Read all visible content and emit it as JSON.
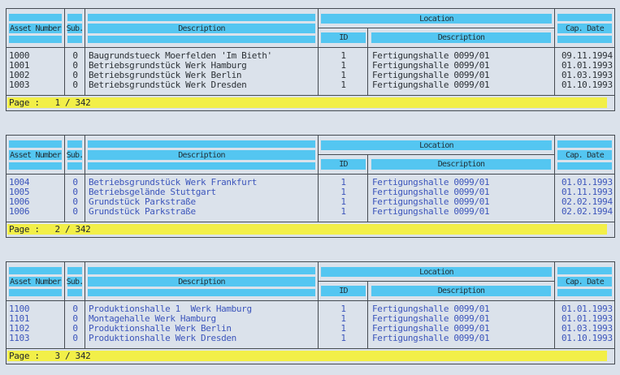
{
  "colors": {
    "page_bg": "#dbe2eb",
    "header_cyan": "#54c6f1",
    "footer_yellow": "#f2ef48",
    "border": "#454b52",
    "header_text": "#1f3038",
    "text_dark": "#2c3136",
    "text_blue": "#3c55bb"
  },
  "headers": {
    "asset_number": "Asset Number",
    "sub": "Sub.",
    "description": "Description",
    "location": "Location",
    "location_id": "ID",
    "location_description": "Description",
    "cap_date": "Cap. Date"
  },
  "tables": [
    {
      "page_label": "Page :   1 / 342",
      "row_color_key": "text_dark",
      "rows": [
        {
          "asset": "1000",
          "sub": "0",
          "description": "Baugrundstueck Moerfelden 'Im Bieth'",
          "location_id": "1",
          "location_description": "Fertigungshalle 0099/01",
          "cap_date": "09.11.1994"
        },
        {
          "asset": "1001",
          "sub": "0",
          "description": "Betriebsgrundstück Werk Hamburg",
          "location_id": "1",
          "location_description": "Fertigungshalle 0099/01",
          "cap_date": "01.01.1993"
        },
        {
          "asset": "1002",
          "sub": "0",
          "description": "Betriebsgrundstück Werk Berlin",
          "location_id": "1",
          "location_description": "Fertigungshalle 0099/01",
          "cap_date": "01.03.1993"
        },
        {
          "asset": "1003",
          "sub": "0",
          "description": "Betriebsgrundstück Werk Dresden",
          "location_id": "1",
          "location_description": "Fertigungshalle 0099/01",
          "cap_date": "01.10.1993"
        }
      ]
    },
    {
      "page_label": "Page :   2 / 342",
      "row_color_key": "text_blue",
      "rows": [
        {
          "asset": "1004",
          "sub": "0",
          "description": "Betriebsgrundstück Werk Frankfurt",
          "location_id": "1",
          "location_description": "Fertigungshalle 0099/01",
          "cap_date": "01.01.1993"
        },
        {
          "asset": "1005",
          "sub": "0",
          "description": "Betriebsgelände Stuttgart",
          "location_id": "1",
          "location_description": "Fertigungshalle 0099/01",
          "cap_date": "01.11.1993"
        },
        {
          "asset": "1006",
          "sub": "0",
          "description": "Grundstück Parkstraße",
          "location_id": "1",
          "location_description": "Fertigungshalle 0099/01",
          "cap_date": "02.02.1994"
        },
        {
          "asset": "1006",
          "sub": "0",
          "description": "Grundstück Parkstraße",
          "location_id": "1",
          "location_description": "Fertigungshalle 0099/01",
          "cap_date": "02.02.1994"
        }
      ]
    },
    {
      "page_label": "Page :   3 / 342",
      "row_color_key": "text_blue",
      "rows": [
        {
          "asset": "1100",
          "sub": "0",
          "description": "Produktionshalle 1  Werk Hamburg",
          "location_id": "1",
          "location_description": "Fertigungshalle 0099/01",
          "cap_date": "01.01.1993"
        },
        {
          "asset": "1101",
          "sub": "0",
          "description": "Montagehalle Werk Hamburg",
          "location_id": "1",
          "location_description": "Fertigungshalle 0099/01",
          "cap_date": "01.01.1993"
        },
        {
          "asset": "1102",
          "sub": "0",
          "description": "Produktionshalle Werk Berlin",
          "location_id": "1",
          "location_description": "Fertigungshalle 0099/01",
          "cap_date": "01.03.1993"
        },
        {
          "asset": "1103",
          "sub": "0",
          "description": "Produktionshalle Werk Dresden",
          "location_id": "1",
          "location_description": "Fertigungshalle 0099/01",
          "cap_date": "01.10.1993"
        }
      ]
    }
  ]
}
